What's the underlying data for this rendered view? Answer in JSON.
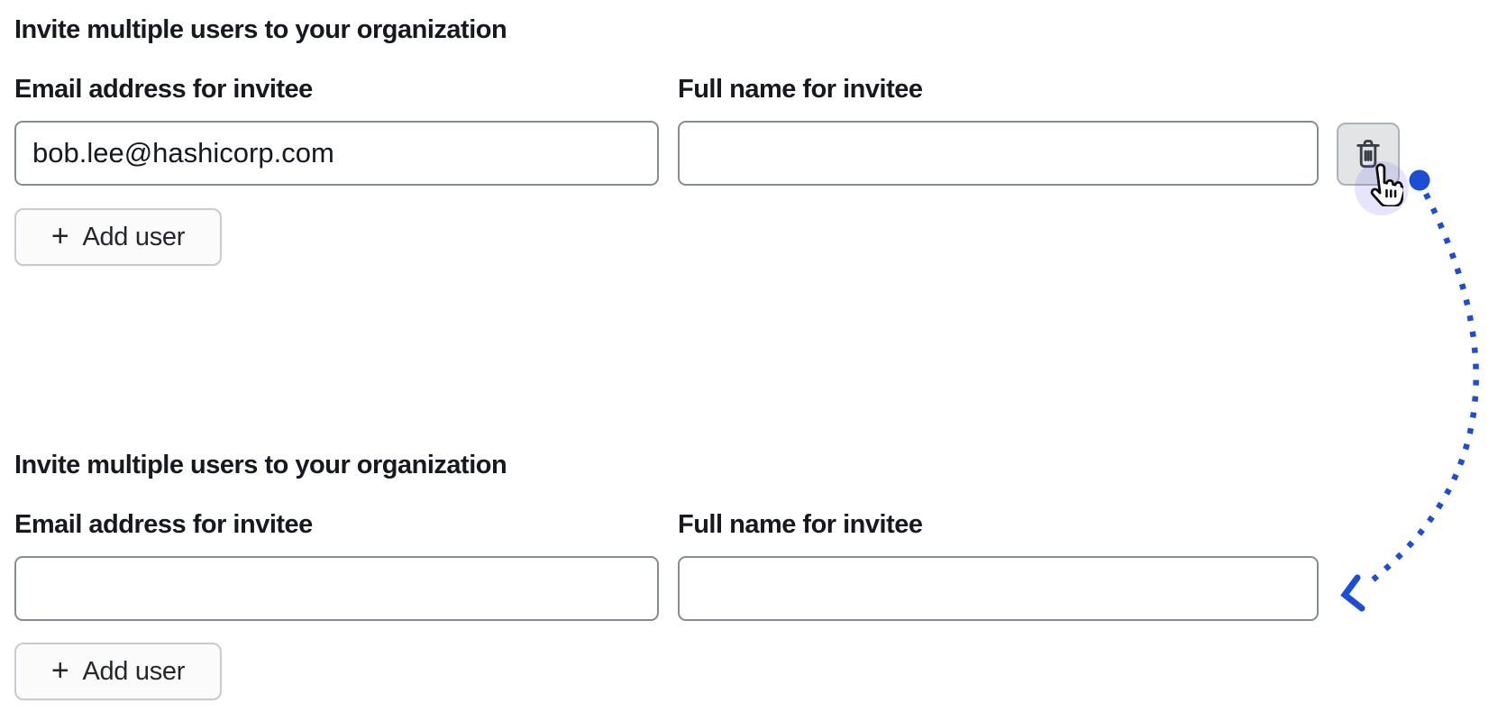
{
  "sections": [
    {
      "heading": "Invite multiple users to your organization",
      "email_field": {
        "label": "Email address for invitee",
        "value": "bob.lee@hashicorp.com"
      },
      "name_field": {
        "label": "Full name for invitee",
        "value": ""
      },
      "add_user_button": {
        "plus_glyph": "+",
        "label": "Add user"
      },
      "delete_row_button": {
        "icon": "trash-icon"
      }
    },
    {
      "heading": "Invite multiple users to your organization",
      "email_field": {
        "label": "Email address for invitee",
        "value": ""
      },
      "name_field": {
        "label": "Full name for invitee",
        "value": ""
      },
      "add_user_button": {
        "plus_glyph": "+",
        "label": "Add user"
      }
    }
  ],
  "annotation": {
    "cursor_icon": "hand-pointer-cursor-icon",
    "arrow_icon": "dotted-curved-arrow",
    "colors": {
      "annotation_blue": "#1c4dd6",
      "cursor_halo_tint": "#dcd9f6",
      "text": "#16191f",
      "input_border": "#858b97",
      "delete_button_bg": "#e3e4e6",
      "delete_button_border": "#aeb1b8",
      "add_button_bg": "#fbfbfc",
      "add_button_border": "#c9cbd0",
      "trash_icon": "#3a3d45"
    }
  }
}
